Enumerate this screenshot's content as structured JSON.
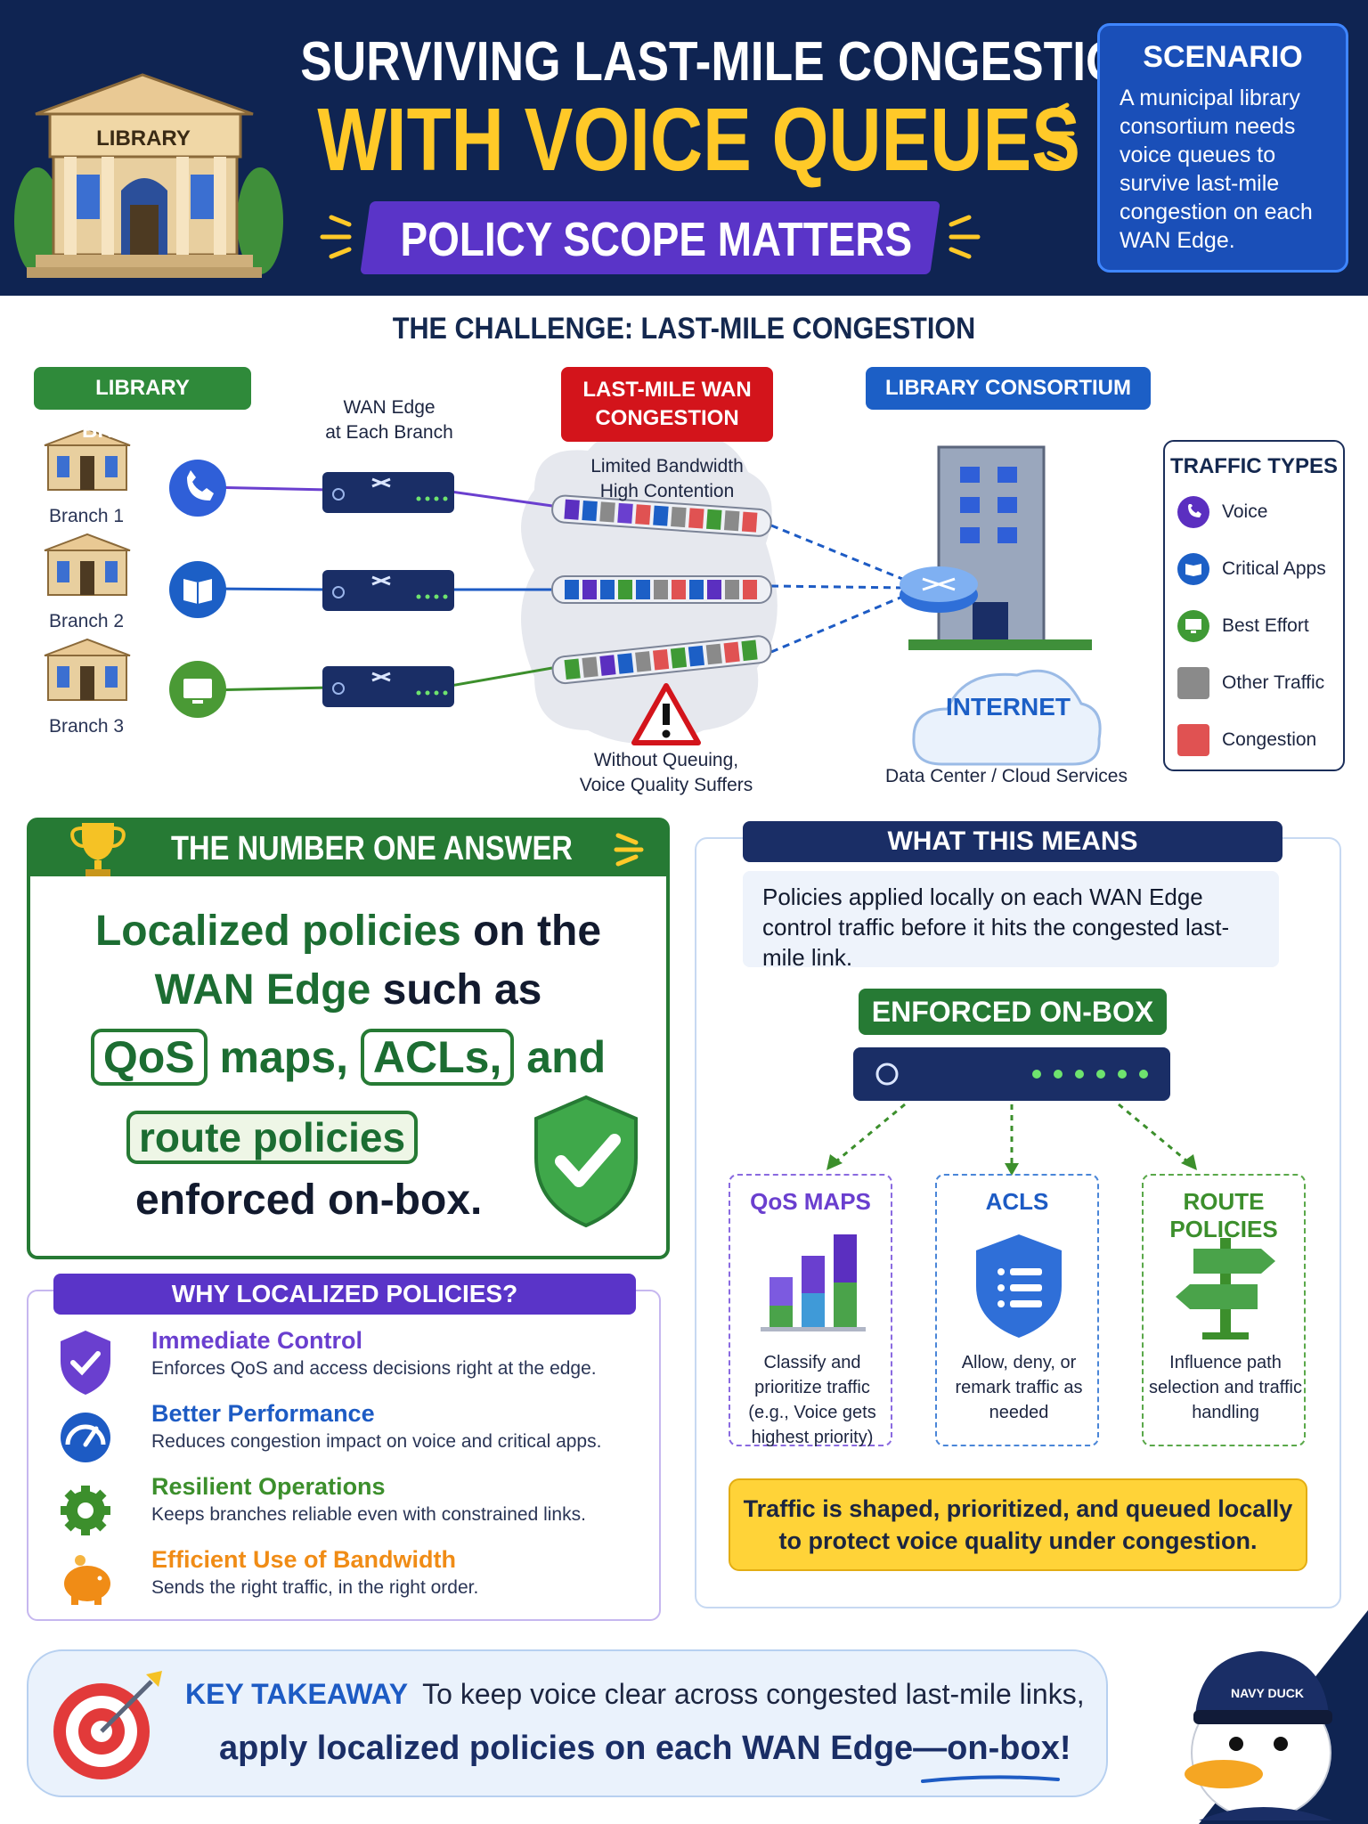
{
  "header": {
    "title_line1": "SURVIVING LAST-MILE CONGESTION",
    "title_line2": "WITH VOICE QUEUES",
    "subtitle": "POLICY SCOPE MATTERS",
    "library_sign": "LIBRARY"
  },
  "scenario": {
    "heading": "SCENARIO",
    "body": "A municipal library consortium needs voice queues to survive last-mile congestion on each WAN Edge."
  },
  "challenge": {
    "title": "THE CHALLENGE: LAST-MILE CONGESTION",
    "branches_pill": "LIBRARY BRANCHES",
    "wan_edge_label_1": "WAN Edge",
    "wan_edge_label_2": "at Each Branch",
    "congestion_pill_1": "LAST-MILE WAN",
    "congestion_pill_2": "CONGESTION",
    "limited_1": "Limited Bandwidth",
    "limited_2": "High Contention",
    "hub_pill": "LIBRARY CONSORTIUM HUB",
    "branches": [
      "Branch 1",
      "Branch 2",
      "Branch 3"
    ],
    "warning_1": "Without Queuing,",
    "warning_2": "Voice Quality Suffers",
    "internet": "INTERNET",
    "datacenter": "Data Center / Cloud Services"
  },
  "traffic_types": {
    "heading": "TRAFFIC TYPES",
    "items": [
      {
        "label": "Voice",
        "color": "#5b2fc0",
        "icon": "phone-icon"
      },
      {
        "label": "Critical Apps",
        "color": "#1c5fc6",
        "icon": "book-icon"
      },
      {
        "label": "Best Effort",
        "color": "#3f9a35",
        "icon": "monitor-icon"
      },
      {
        "label": "Other Traffic",
        "color": "#8a8a8a",
        "icon": "square-icon"
      },
      {
        "label": "Congestion",
        "color": "#e05252",
        "icon": "square-icon"
      }
    ]
  },
  "answer": {
    "heading": "THE NUMBER ONE ANSWER",
    "l1a": "Localized policies",
    "l1b": " on the",
    "l2a": "WAN Edge",
    "l2b": " such as",
    "qos": "QoS",
    "maps": " maps, ",
    "acls": "ACLs,",
    "and": " and",
    "route": "route policies",
    "enforced": "enforced on-box."
  },
  "why": {
    "heading": "WHY LOCALIZED POLICIES?",
    "items": [
      {
        "title": "Immediate Control",
        "desc": "Enforces QoS and access decisions right at the edge.",
        "color": "#6a3fcf"
      },
      {
        "title": "Better Performance",
        "desc": "Reduces congestion impact on voice and critical apps.",
        "color": "#1d5bc4"
      },
      {
        "title": "Resilient Operations",
        "desc": "Keeps branches reliable even with constrained links.",
        "color": "#3c8f2c"
      },
      {
        "title": "Efficient Use of Bandwidth",
        "desc": "Sends the right traffic, in the right order.",
        "color": "#f08c16"
      }
    ]
  },
  "means": {
    "heading": "WHAT THIS MEANS",
    "text": "Policies applied locally on each WAN Edge control traffic before it hits the congested last-mile link.",
    "enforced": "ENFORCED ON-BOX",
    "cards": [
      {
        "title": "QoS MAPS",
        "desc": "Classify and prioritize traffic (e.g., Voice gets highest priority)",
        "color": "#6a3fcf"
      },
      {
        "title": "ACLS",
        "desc": "Allow, deny, or remark traffic as needed",
        "color": "#1d5bc4"
      },
      {
        "title": "ROUTE POLICIES",
        "desc": "Influence path selection and traffic handling",
        "color": "#3c8f2c"
      }
    ],
    "summary": "Traffic is shaped, prioritized, and queued locally to protect voice quality under congestion."
  },
  "key": {
    "label": "KEY TAKEAWAY",
    "line1": "To keep voice clear across congested last-mile links,",
    "line2": "apply localized policies on each WAN Edge—on-box!"
  },
  "mascot": {
    "cap_text": "NAVY DUCK"
  }
}
